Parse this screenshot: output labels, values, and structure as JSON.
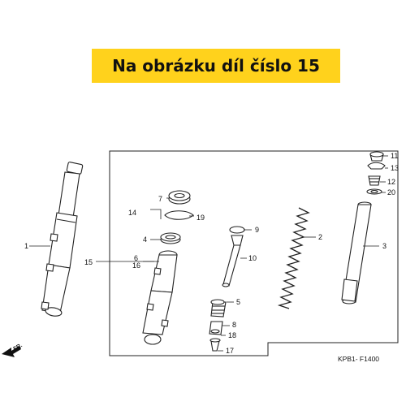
{
  "banner": {
    "text": "Na obrázku díl číslo 15",
    "color": "#ffd21c"
  },
  "direction_marker": {
    "text": "FR."
  },
  "diagram_code": "KPB1- F1400",
  "callouts": {
    "c1": "1",
    "c2": "2",
    "c3": "3",
    "c4": "4",
    "c5": "5",
    "c6": "6",
    "c7": "7",
    "c8": "8",
    "c9": "9",
    "c10": "10",
    "c11": "11",
    "c12": "12",
    "c13": "13",
    "c14": "14",
    "c15": "15",
    "c16": "16",
    "c17": "17",
    "c18": "18",
    "c19": "19",
    "c20": "20"
  }
}
